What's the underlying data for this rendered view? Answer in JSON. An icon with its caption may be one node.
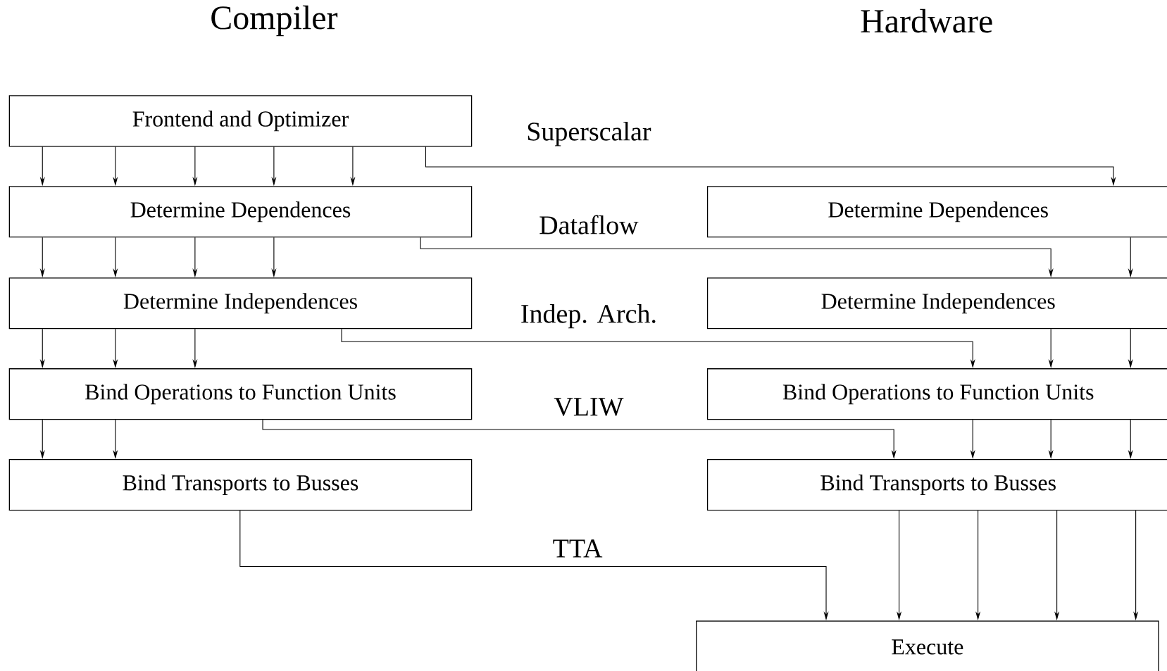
{
  "diagram": {
    "nodes": [
      {
        "text": [
          "Frontend and Optimizer"
        ]
      },
      {
        "text": [
          "Determine Dependences"
        ]
      },
      {
        "text": [
          "Determine Independences"
        ]
      },
      {
        "text": [
          "Bind Operations to Function Units"
        ]
      },
      {
        "text": [
          "Bind Transports to Busses"
        ]
      },
      {
        "text": [
          "Determine Dependences"
        ]
      },
      {
        "text": [
          "Determine Independences"
        ]
      },
      {
        "text": [
          "Bind Operations to Function Units"
        ]
      },
      {
        "text": [
          "Bind Transports to Busses"
        ]
      },
      {
        "text": [
          "Execute"
        ]
      }
    ],
    "edges": [
      {
        "from": 0,
        "to": 1,
        "arrow": "to"
      },
      {
        "from": 0,
        "to": 1,
        "arrow": "to"
      },
      {
        "from": 0,
        "to": 1,
        "arrow": "to"
      },
      {
        "from": 0,
        "to": 1,
        "arrow": "to"
      },
      {
        "from": 0,
        "to": 1,
        "arrow": "to"
      },
      {
        "from": 1,
        "to": 2,
        "arrow": "to"
      },
      {
        "from": 1,
        "to": 2,
        "arrow": "to"
      },
      {
        "from": 1,
        "to": 2,
        "arrow": "to"
      },
      {
        "from": 1,
        "to": 2,
        "arrow": "to"
      },
      {
        "from": 2,
        "to": 3,
        "arrow": "to"
      },
      {
        "from": 2,
        "to": 3,
        "arrow": "to"
      },
      {
        "from": 2,
        "to": 3,
        "arrow": "to"
      },
      {
        "from": 3,
        "to": 4,
        "arrow": "to"
      },
      {
        "from": 3,
        "to": 4,
        "arrow": "to"
      },
      {
        "from": 0,
        "to": 5,
        "arrow": "to"
      },
      {
        "from": 1,
        "to": 6,
        "arrow": "to"
      },
      {
        "from": 2,
        "to": 7,
        "arrow": "to"
      },
      {
        "from": 3,
        "to": 8,
        "arrow": "to"
      },
      {
        "from": 4,
        "to": 9,
        "arrow": "to"
      },
      {
        "from": 5,
        "to": 6,
        "arrow": "to"
      },
      {
        "from": 6,
        "to": 7,
        "arrow": "to"
      },
      {
        "from": 6,
        "to": 7,
        "arrow": "to"
      },
      {
        "from": 7,
        "to": 8,
        "arrow": "to"
      },
      {
        "from": 7,
        "to": 8,
        "arrow": "to"
      },
      {
        "from": 7,
        "to": 8,
        "arrow": "to"
      },
      {
        "from": 8,
        "to": 9,
        "arrow": "to"
      },
      {
        "from": 8,
        "to": 9,
        "arrow": "to"
      },
      {
        "from": 8,
        "to": 9,
        "arrow": "to"
      },
      {
        "from": 8,
        "to": 9,
        "arrow": "to"
      }
    ],
    "labels": [
      "Compiler",
      "Hardware",
      "Superscalar",
      "Dataflow",
      "Indep. Arch.",
      "VLIW",
      "TTA"
    ]
  }
}
